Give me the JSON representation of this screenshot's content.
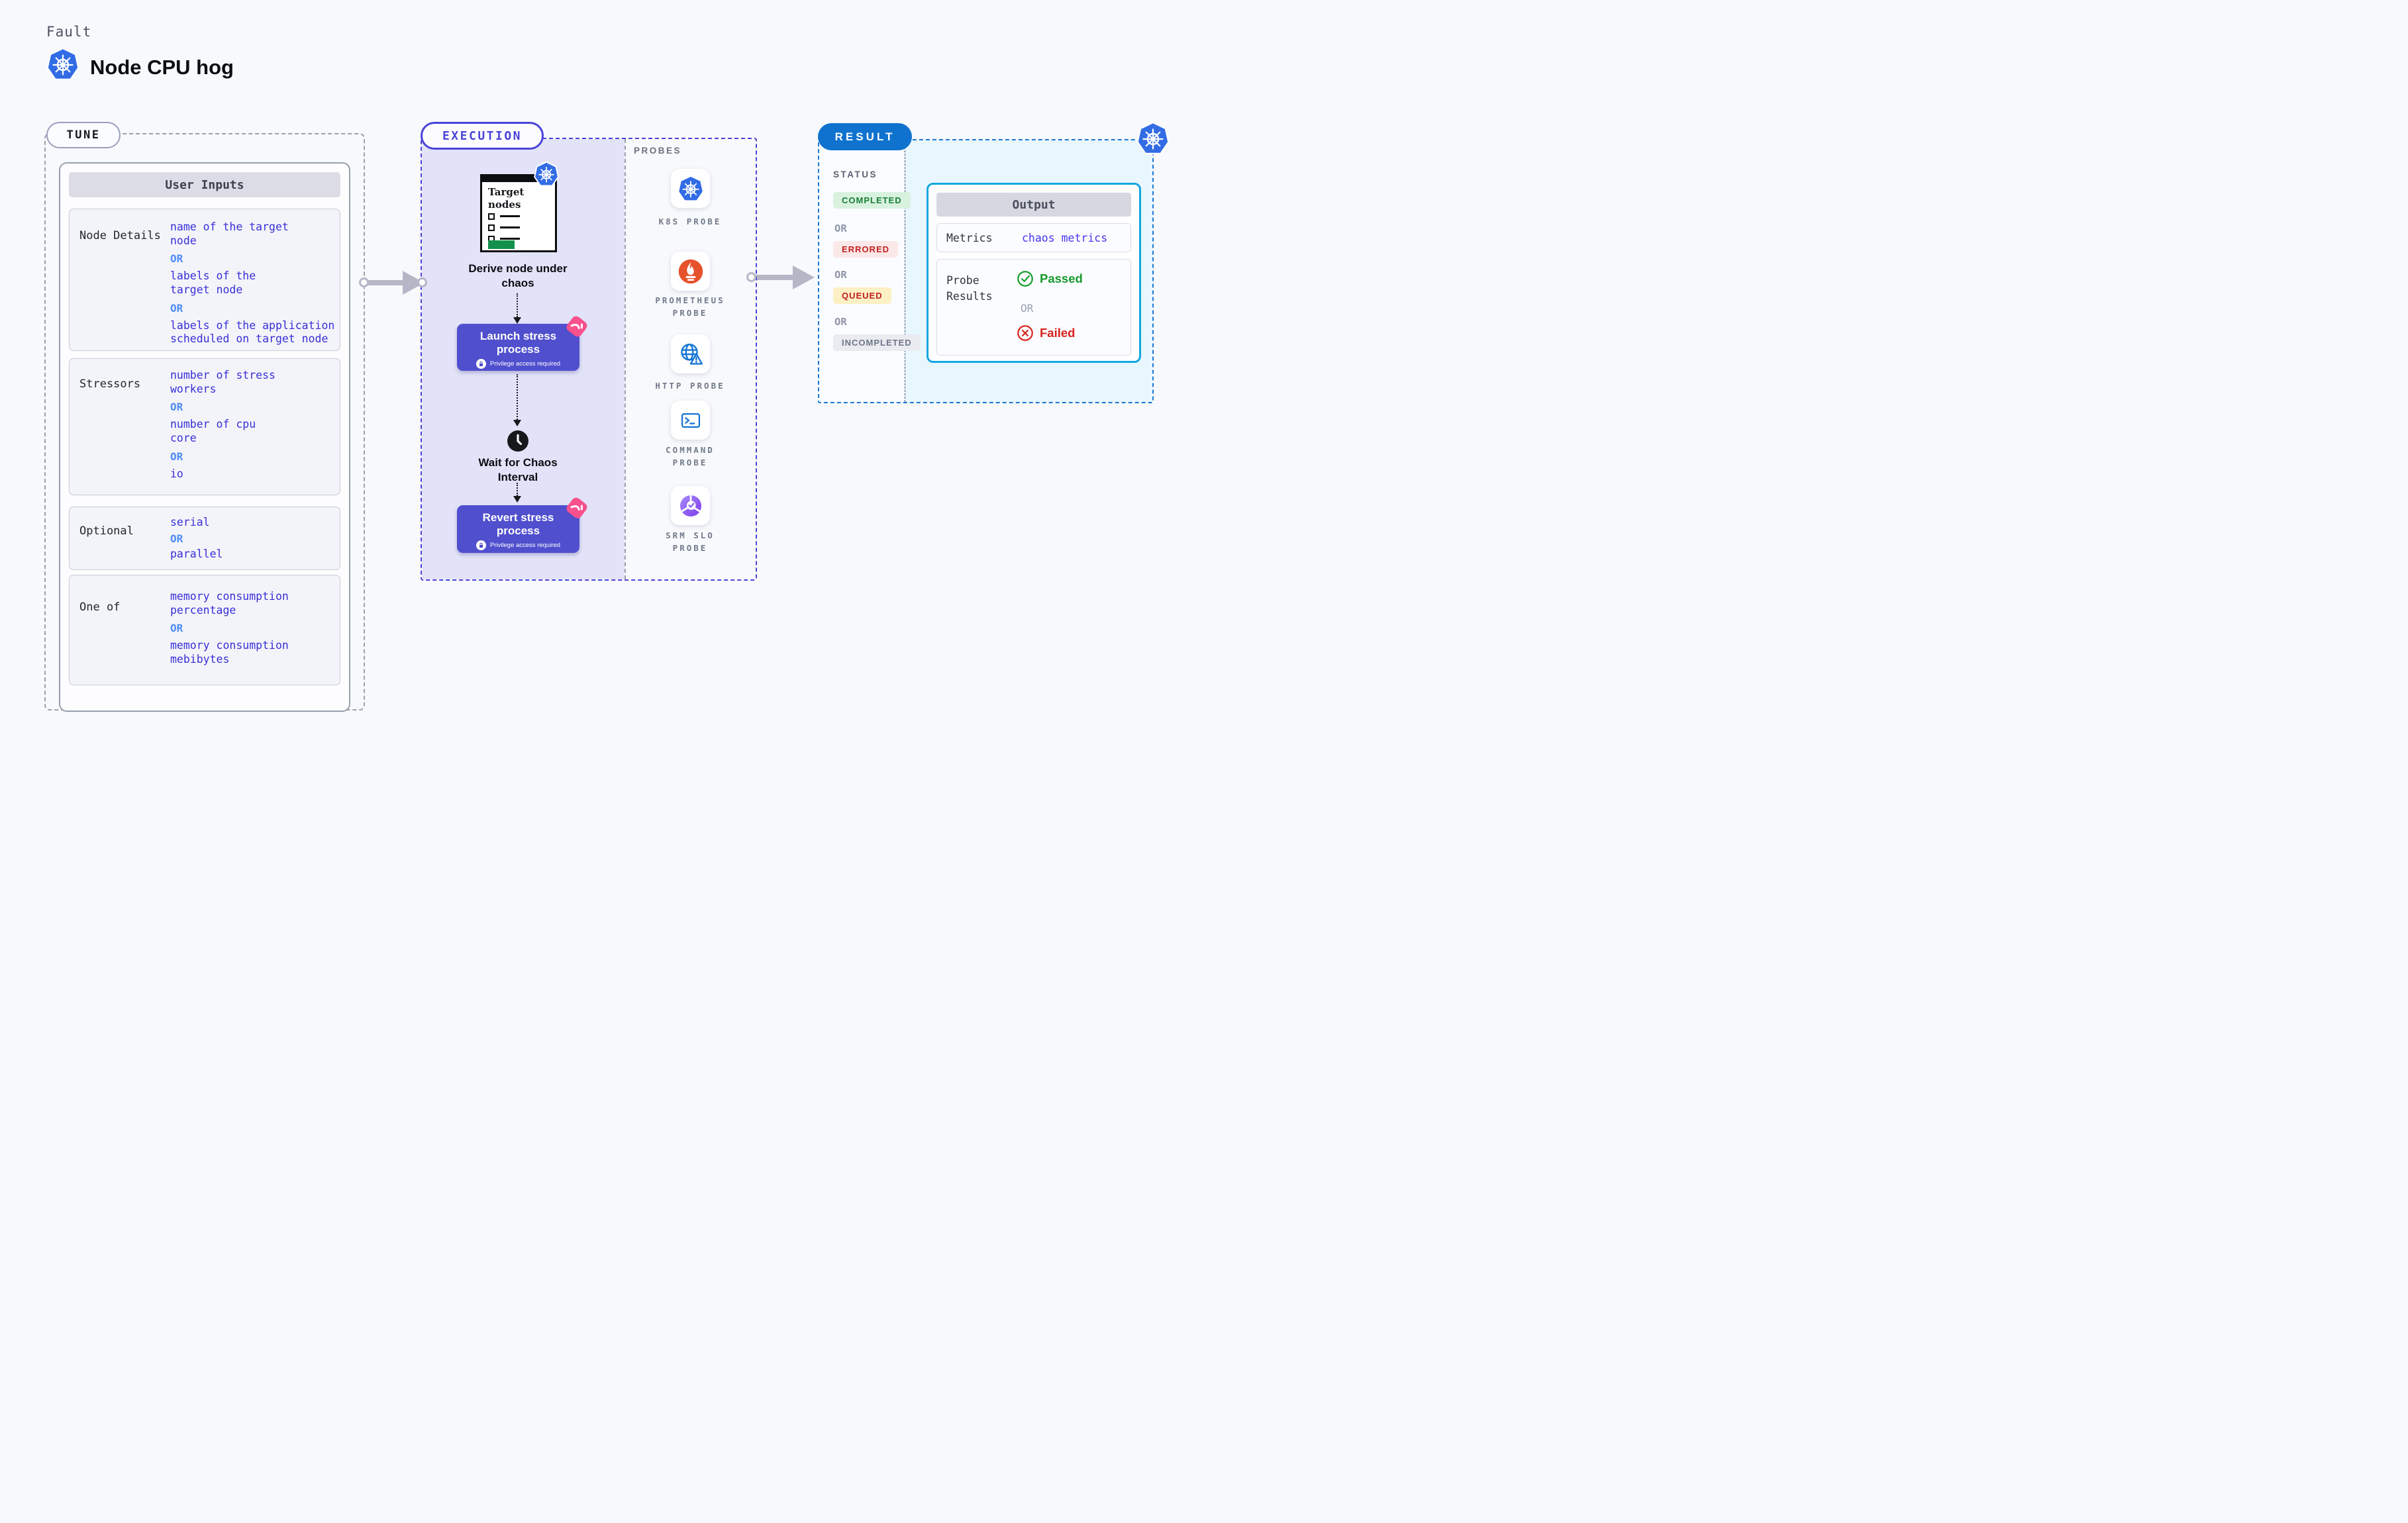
{
  "header": {
    "kicker": "Fault",
    "title": "Node CPU hog"
  },
  "tune": {
    "badge": "TUNE",
    "card_title": "User Inputs",
    "or_label": "OR",
    "rows": [
      {
        "label": "Node Details",
        "values": [
          "name of the target\nnode",
          "labels of the\ntarget node",
          "labels of the application\nscheduled on target node"
        ]
      },
      {
        "label": "Stressors",
        "values": [
          "number of stress\nworkers",
          "number of cpu\ncore",
          "io"
        ]
      },
      {
        "label": "Optional",
        "values": [
          "serial",
          "parallel"
        ]
      },
      {
        "label": "One of",
        "values": [
          "memory consumption\npercentage",
          "memory consumption\nmebibytes"
        ]
      }
    ]
  },
  "execution": {
    "badge": "EXECUTION",
    "target_card_title": "Target\nnodes",
    "derive_label": "Derive node under\nchaos",
    "launch": {
      "label": "Launch stress\nprocess",
      "note": "Privilege access required"
    },
    "wait_label": "Wait for Chaos\nInterval",
    "revert": {
      "label": "Revert stress\nprocess",
      "note": "Privilege access required"
    }
  },
  "probes": {
    "panel_label": "PROBES",
    "items": [
      {
        "label": "K8S PROBE",
        "icon": "kubernetes-icon"
      },
      {
        "label": "PROMETHEUS\nPROBE",
        "icon": "prometheus-icon"
      },
      {
        "label": "HTTP PROBE",
        "icon": "http-globe-warning-icon"
      },
      {
        "label": "COMMAND\nPROBE",
        "icon": "terminal-icon"
      },
      {
        "label": "SRM SLO\nPROBE",
        "icon": "slo-donut-check-icon"
      }
    ]
  },
  "result": {
    "badge": "RESULT",
    "status_label": "STATUS",
    "or_label": "OR",
    "statuses": [
      "COMPLETED",
      "ERRORED",
      "QUEUED",
      "INCOMPLETED"
    ],
    "output": {
      "title": "Output",
      "metrics_label": "Metrics",
      "metrics_value": "chaos metrics",
      "probe_results_label": "Probe\nResults",
      "passed_label": "Passed",
      "failed_label": "Failed"
    }
  },
  "colors": {
    "kubernetes_blue": "#326ce5",
    "execution_indigo": "#4a44d8",
    "process_button_indigo": "#504fce",
    "execution_fill_lavender": "#e2e3f8",
    "result_badge_blue": "#0f72cf",
    "result_fill_cyan": "#e8f6fd",
    "output_border_cyan": "#12a7e2",
    "input_value_indigo": "#382fd8",
    "or_blue": "#4f8cf7",
    "completed_green": "#177f35",
    "errored_red": "#c51f1f",
    "queued_bg_yellow": "#fdf0c4",
    "passed_green": "#169a2e",
    "failed_red": "#d8221c",
    "prometheus_orange": "#e6522c",
    "litmus_pink": "#f8518c",
    "target_card_green": "#13914c"
  }
}
